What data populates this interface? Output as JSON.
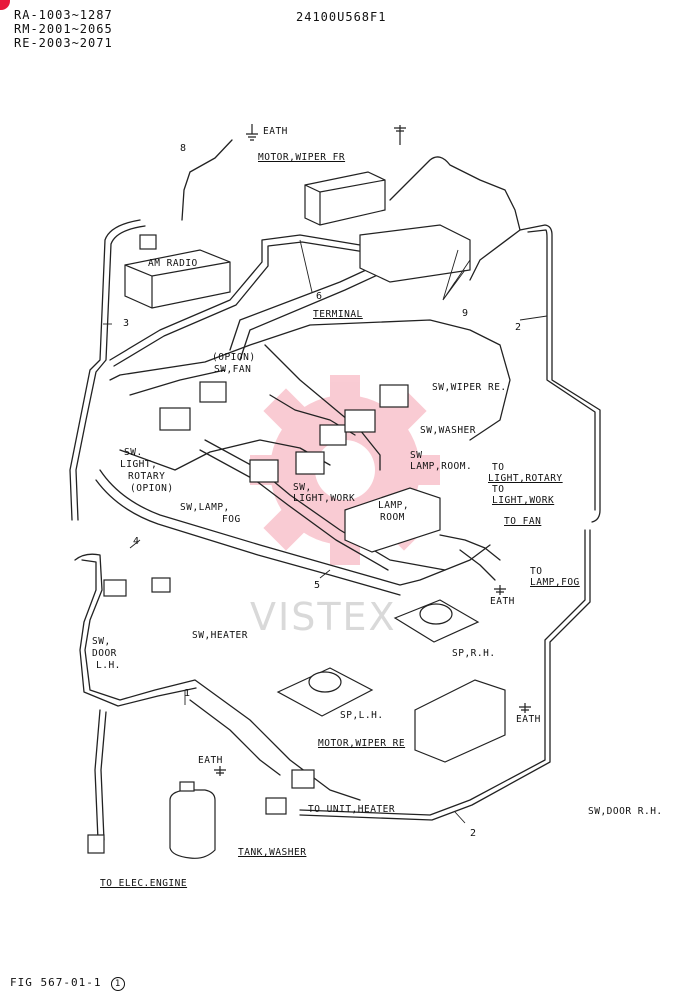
{
  "header": {
    "serials": [
      "RA-1003~1287",
      "RM-2001~2065",
      "RE-2003~2071"
    ],
    "part_no": "24100U568F1"
  },
  "watermark": "VISTEX",
  "footer": {
    "fig": "FIG 567-01-1",
    "sheet": "1"
  },
  "labels": {
    "eath_top": "EATH",
    "motor_wiper_fr": "MOTOR,WIPER FR",
    "am_radio": "AM RADIO",
    "terminal": "TERMINAL",
    "opion": "(OPION)",
    "sw_fan": "SW,FAN",
    "sw_wiper_re": "SW,WIPER RE.",
    "sw_washer": "SW,WASHER",
    "sw_lamp_room_1": "SW",
    "sw_lamp_room_2": "LAMP,ROOM.",
    "sw_light_rotary": [
      "SW.",
      "LIGHT,",
      "ROTARY",
      "(OPION)"
    ],
    "sw_light_work": [
      "SW,",
      "LIGHT,WORK"
    ],
    "sw_lamp_fog": [
      "SW,LAMP,",
      "FOG"
    ],
    "lamp_room": [
      "LAMP,",
      "ROOM"
    ],
    "to_light_rotary": [
      "TO",
      "LIGHT,ROTARY"
    ],
    "to_light_work": [
      "TO",
      "LIGHT,WORK"
    ],
    "to_fan": "TO FAN",
    "to_lamp_fog": [
      "TO",
      "LAMP,FOG"
    ],
    "eath_mid": "EATH",
    "sw_heater": "SW,HEATER",
    "sw_door_lh": [
      "SW,",
      "DOOR",
      "L.H."
    ],
    "sp_rh": "SP,R.H.",
    "sp_lh": "SP,L.H.",
    "eath_right": "EATH",
    "motor_wiper_re": "MOTOR,WIPER RE",
    "eath_low": "EATH",
    "to_unit_heater": "TO UNIT,HEATER",
    "sw_door_rh": "SW,DOOR R.H.",
    "tank_washer": "TANK,WASHER",
    "to_elec_engine": "TO ELEC.ENGINE"
  },
  "callouts": {
    "n8": "8",
    "n3": "3",
    "n6": "6",
    "n9": "9",
    "n2a": "2",
    "n4": "4",
    "n5": "5",
    "n1": "1",
    "n2b": "2"
  }
}
